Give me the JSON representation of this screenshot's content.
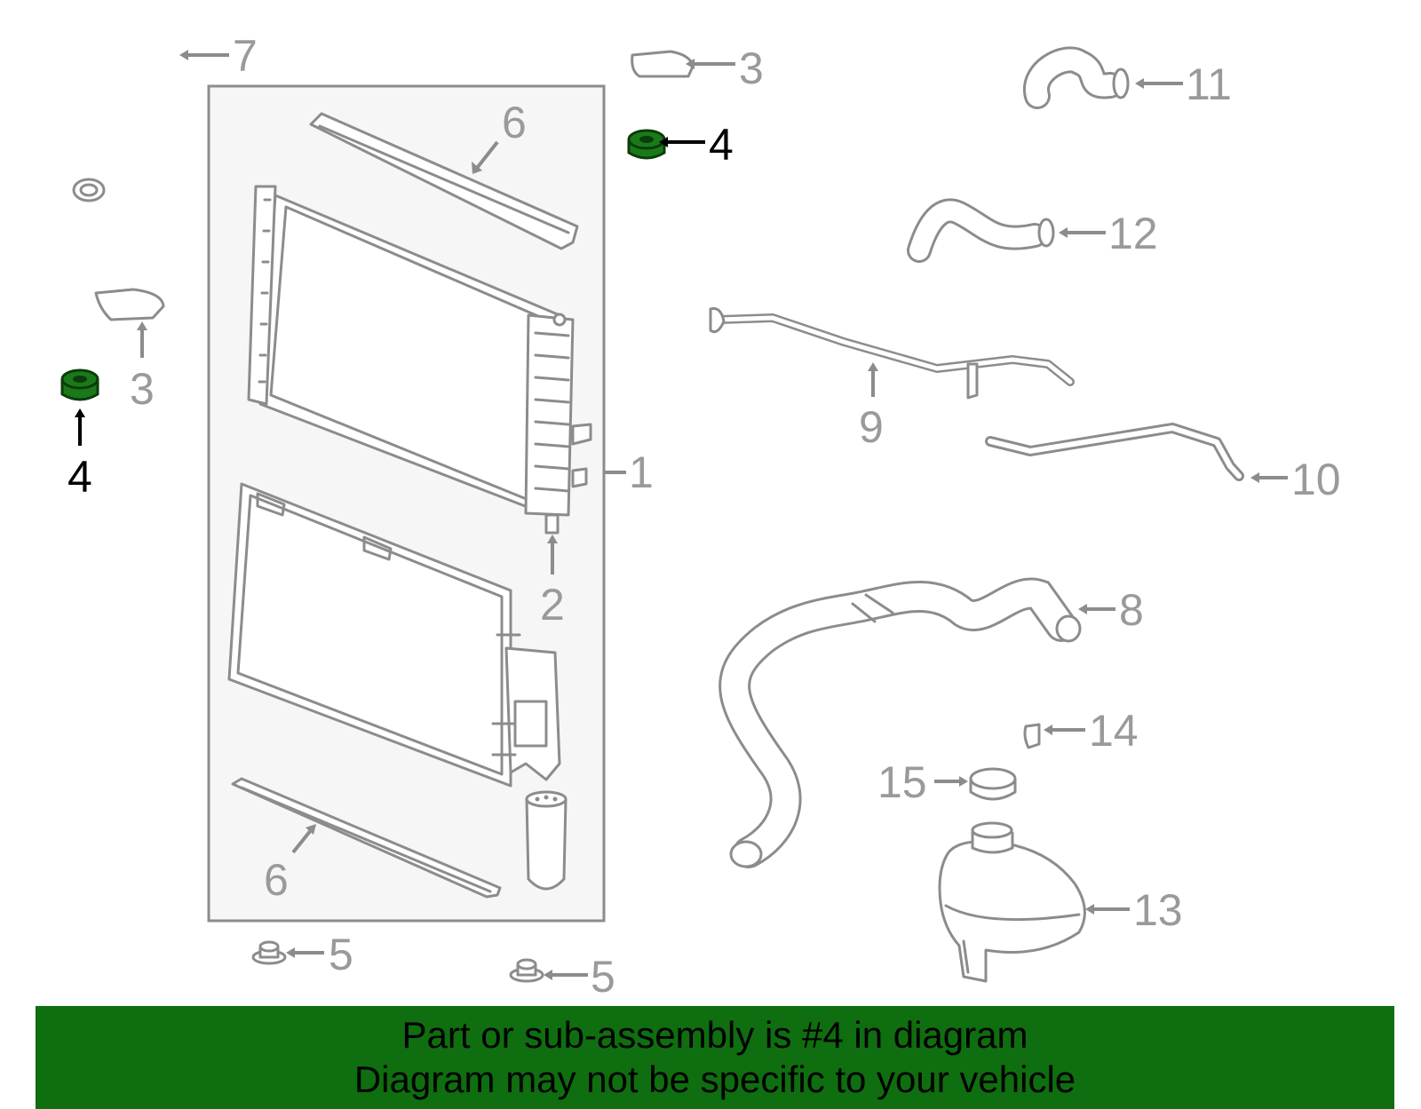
{
  "colors": {
    "banner": "#0f6e0f",
    "highlight_part": "#1a7a1a",
    "line_art": "#8c8c8c",
    "assembly_box_fill": "#f6f6f6"
  },
  "callouts": {
    "c1": "1",
    "c2": "2",
    "c3_left": "3",
    "c3_top": "3",
    "c4_left": "4",
    "c4_top": "4",
    "c5_left": "5",
    "c5_right": "5",
    "c6_top": "6",
    "c6_bottom": "6",
    "c7": "7",
    "c8": "8",
    "c9": "9",
    "c10": "10",
    "c11": "11",
    "c12": "12",
    "c13": "13",
    "c14": "14",
    "c15": "15"
  },
  "highlighted_part": "4",
  "banner": {
    "line1": "Part or sub-assembly is #4 in diagram",
    "line2": "Diagram may not be specific to your vehicle"
  }
}
